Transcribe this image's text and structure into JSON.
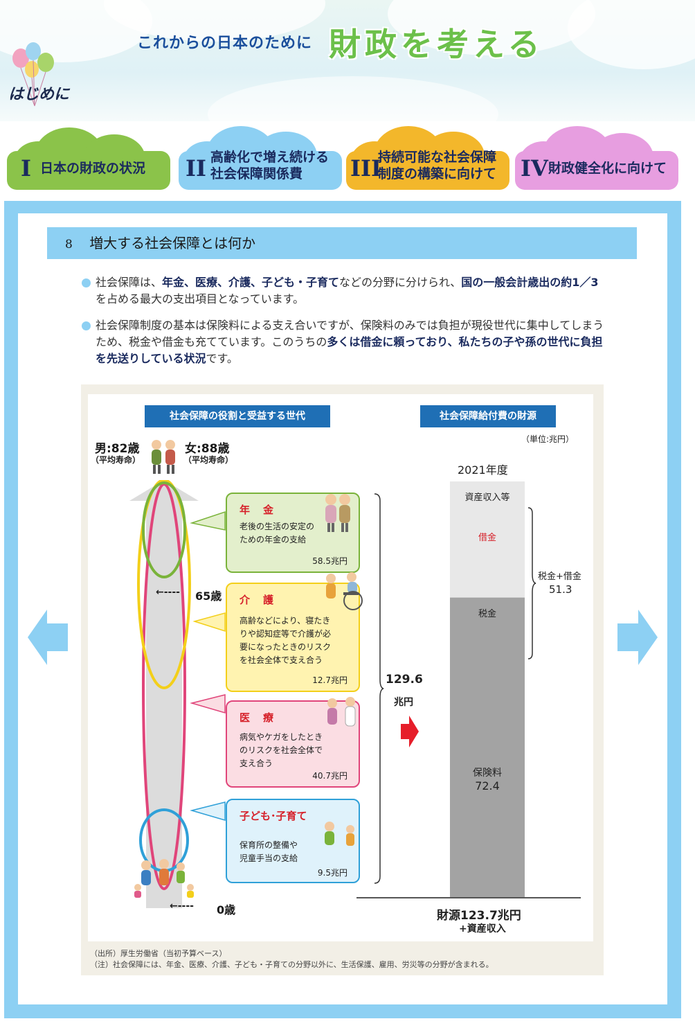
{
  "header": {
    "subtitle": "これからの日本のために",
    "title": "財政を考える",
    "intro_link": "はじめに"
  },
  "nav": [
    {
      "roman": "I",
      "label": "日本の財政の状況",
      "color": "#8bc34a"
    },
    {
      "roman": "II",
      "label_l1": "高齢化で増え続ける",
      "label_l2": "社会保障関係費",
      "color": "#8dd0f3"
    },
    {
      "roman": "III",
      "label_l1": "持続可能な社会保障",
      "label_l2": "制度の構築に向けて",
      "color": "#f3b72b"
    },
    {
      "roman": "IV",
      "label": "財政健全化に向けて",
      "color": "#e79ee0"
    }
  ],
  "section": {
    "number": "8",
    "title": "増大する社会保障とは何か"
  },
  "bullets": [
    {
      "p1": "社会保障は、",
      "h1": "年金、医療、介護、子ども・子育て",
      "p2": "などの分野に分けられ、",
      "h2": "国の一般会計歳出の",
      "h3": "約1／3",
      "p3": "を占める最大の支出項目となっています。"
    },
    {
      "p1": "社会保障制度の基本は保険料による支え合いですが、保険料のみでは負担が現役世代に集中してしまうため、税金や借金も充てています。このうちの",
      "h1": "多くは借金に頼っており、",
      "h2": "私たちの子や孫の世代に負担を先送りしている状況",
      "p2": "です。"
    }
  ],
  "figure": {
    "left_header": "社会保障の役割と受益する世代",
    "right_header": "社会保障給付費の財源",
    "unit": "（単位:兆円）",
    "male": "男:82歳",
    "female": "女:88歳",
    "avg_life": "（平均寿命）",
    "age65": "65歳",
    "age0": "0歳",
    "boxes": [
      {
        "title": "年　金",
        "desc_l1": "老後の生活の安定の",
        "desc_l2": "ための年金の支給",
        "value": "58.5兆円"
      },
      {
        "title": "介　護",
        "desc_l1": "高齢などにより、寝たき",
        "desc_l2": "りや認知症等で介護が必",
        "desc_l3": "要になったときのリスク",
        "desc_l4": "を社会全体で支え合う",
        "value": "12.7兆円"
      },
      {
        "title": "医　療",
        "desc_l1": "病気やケガをしたとき",
        "desc_l2": "のリスクを社会全体で",
        "desc_l3": "支え合う",
        "value": "40.7兆円"
      },
      {
        "title": "子ども･子育て",
        "desc_l1": "保育所の整備や",
        "desc_l2": "児童手当の支給",
        "value": "9.5兆円"
      }
    ],
    "total_value": "129.6",
    "total_unit": "兆円",
    "year": "2021年度",
    "bar": {
      "asset": "資産収入等",
      "debt": "借金",
      "tax": "税金",
      "premium": "保険料",
      "premium_value": "72.4",
      "tax_debt_label": "税金+借金",
      "tax_debt_value": "51.3"
    },
    "source_total": "財源123.7兆円",
    "source_plus": "+資産収入",
    "note_source": "（出所）厚生労働省（当初予算ベース）",
    "note": "（注）社会保障には、年金、医療、介護、子ども・子育ての分野以外に、生活保護、雇用、労災等の分野が含まれる。"
  },
  "chart_data": {
    "type": "bar",
    "title": "社会保障給付費の財源",
    "categories": [
      "2021年度"
    ],
    "series": [
      {
        "name": "保険料",
        "values": [
          72.4
        ]
      },
      {
        "name": "税金+借金",
        "values": [
          51.3
        ]
      }
    ],
    "ylabel": "（単位:兆円）",
    "benefits": {
      "年金": 58.5,
      "介護": 12.7,
      "医療": 40.7,
      "子ども・子育て": 9.5,
      "合計": 129.6
    }
  }
}
